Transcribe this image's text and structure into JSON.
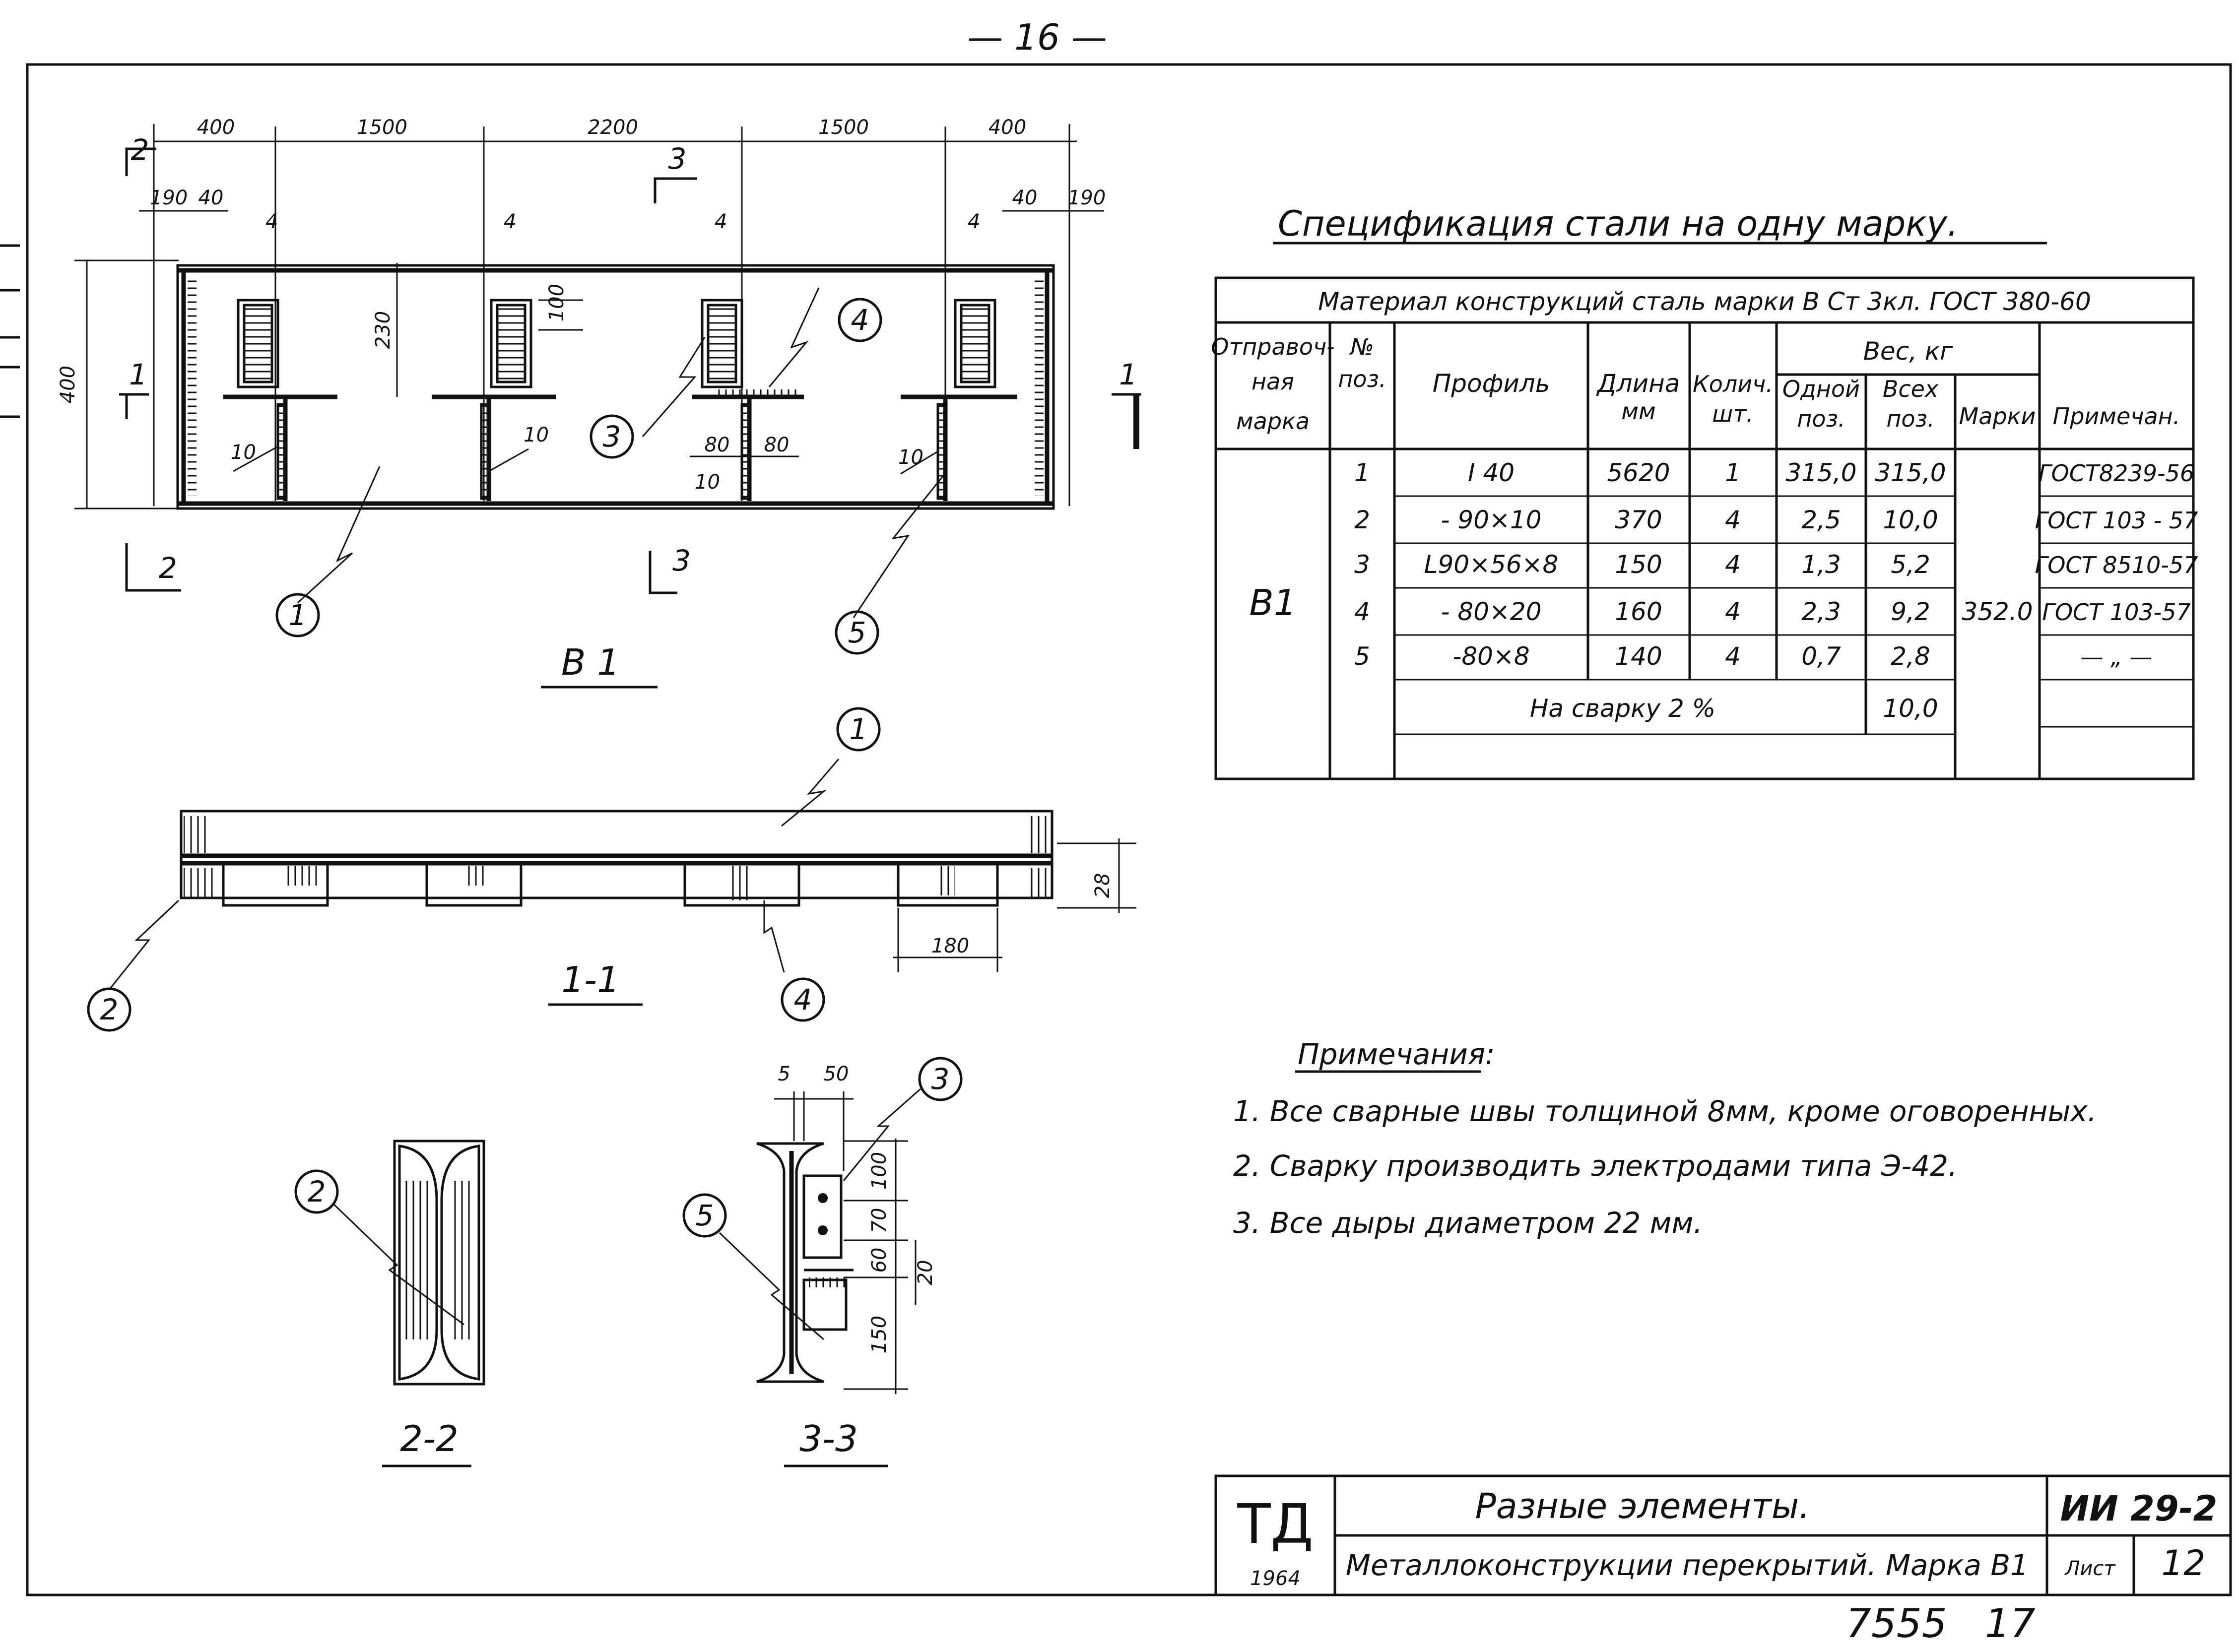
{
  "page": {
    "number": "— 16 —",
    "stamp": "7555   17"
  },
  "plan_view": {
    "label": "В 1",
    "dims_top": [
      "400",
      "1500",
      "2200",
      "1500",
      "400"
    ],
    "dims_edge_left": [
      "190",
      "40"
    ],
    "dims_edge_right": [
      "40",
      "190"
    ],
    "dim_gap": "4",
    "dim_height": "400",
    "dim_depth": "230",
    "dim_slot": "100",
    "dim_plate_a": "80",
    "dim_plate_b": "80",
    "dim_weld": "10",
    "section_marks": [
      "1",
      "2",
      "3"
    ]
  },
  "section_1": {
    "label": "1-1",
    "dim_height": "28",
    "dim_width": "180"
  },
  "section_2": {
    "label": "2-2"
  },
  "section_3": {
    "label": "3-3",
    "dims_top": [
      "5",
      "50"
    ],
    "dims_right": [
      "100",
      "70",
      "60",
      "150"
    ],
    "dim_extra": "20"
  },
  "callouts": [
    "1",
    "2",
    "3",
    "4",
    "5"
  ],
  "spec": {
    "title": "Спецификация стали на одну марку.",
    "material": "Материал конструкций сталь марки В Ст 3кл. ГОСТ 380-60",
    "headers": {
      "shipping_mark": [
        "Отправоч-",
        "ная",
        "марка"
      ],
      "pos": [
        "№",
        "поз."
      ],
      "profile": "Профиль",
      "length": [
        "Длина",
        "мм"
      ],
      "qty": [
        "Колич.",
        "шт."
      ],
      "weight_group": "Вес, кг",
      "weight_one": [
        "Одной",
        "поз."
      ],
      "weight_all": [
        "Всех",
        "поз."
      ],
      "weight_mark": "Марки",
      "note": "Примечан."
    },
    "mark": "В1",
    "mark_weight": "352.0",
    "rows": [
      {
        "pos": "1",
        "profile": "I 40",
        "length": "5620",
        "qty": "1",
        "one": "315,0",
        "all": "315,0",
        "note": "ГОСТ8239-56"
      },
      {
        "pos": "2",
        "profile": "- 90×10",
        "length": "370",
        "qty": "4",
        "one": "2,5",
        "all": "10,0",
        "note": "ГОСТ 103 - 57"
      },
      {
        "pos": "3",
        "profile": "L90×56×8",
        "length": "150",
        "qty": "4",
        "one": "1,3",
        "all": "5,2",
        "note": "ГОСТ 8510-57"
      },
      {
        "pos": "4",
        "profile": "- 80×20",
        "length": "160",
        "qty": "4",
        "one": "2,3",
        "all": "9,2",
        "note": "ГОСТ 103-57"
      },
      {
        "pos": "5",
        "profile": "-80×8",
        "length": "140",
        "qty": "4",
        "one": "0,7",
        "all": "2,8",
        "note": "— „ —"
      }
    ],
    "weld_label": "На сварку 2 %",
    "weld_value": "10,0"
  },
  "notes": {
    "title": "Примечания:",
    "items": [
      "1. Все сварные швы толщиной 8мм, кроме оговоренных.",
      "2. Сварку производить электродами типа Э-42.",
      "3. Все дыры диаметром 22 мм."
    ]
  },
  "title_block": {
    "logo": "ТД",
    "year": "1964",
    "name": "Разные элементы.",
    "subtitle": "Металлоконструкции перекрытий. Марка В1",
    "code": "ИИ 29-2",
    "sheet_label": "Лист",
    "sheet_number": "12"
  }
}
